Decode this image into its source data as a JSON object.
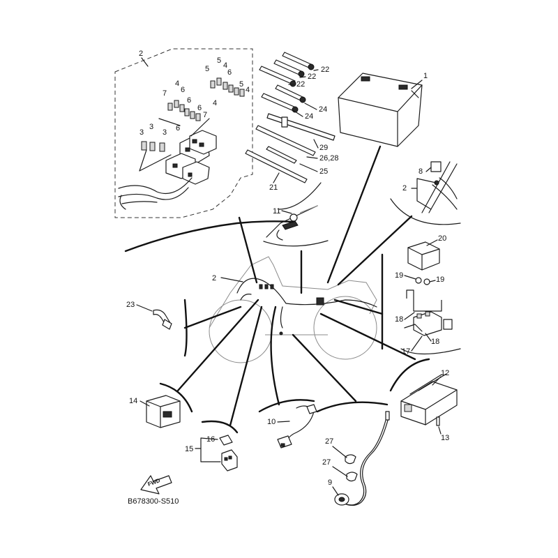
{
  "diagram_code": "B678300-S510",
  "fwd_label": "FWD",
  "callouts": {
    "c1": "1",
    "c2a": "2",
    "c2b": "2",
    "c2c": "2",
    "c3a": "3",
    "c3b": "3",
    "c3c": "3",
    "c4a": "4",
    "c4b": "4",
    "c4c": "4",
    "c4d": "4",
    "c5a": "5",
    "c5b": "5",
    "c5c": "5",
    "c6a": "6",
    "c6b": "6",
    "c6c": "6",
    "c6d": "6",
    "c6e": "6",
    "c7a": "7",
    "c7b": "7",
    "c8": "8",
    "c9": "9",
    "c10": "10",
    "c11": "11",
    "c12": "12",
    "c13": "13",
    "c14": "14",
    "c15": "15",
    "c16": "16",
    "c17": "17",
    "c18a": "18",
    "c18b": "18",
    "c19a": "19",
    "c19b": "19",
    "c20": "20",
    "c21": "21",
    "c22a": "22",
    "c22b": "22",
    "c22c": "22",
    "c23": "23",
    "c24a": "24",
    "c24b": "24",
    "c25": "25",
    "c26": "26,28",
    "c27a": "27",
    "c27b": "27",
    "c29": "29"
  }
}
